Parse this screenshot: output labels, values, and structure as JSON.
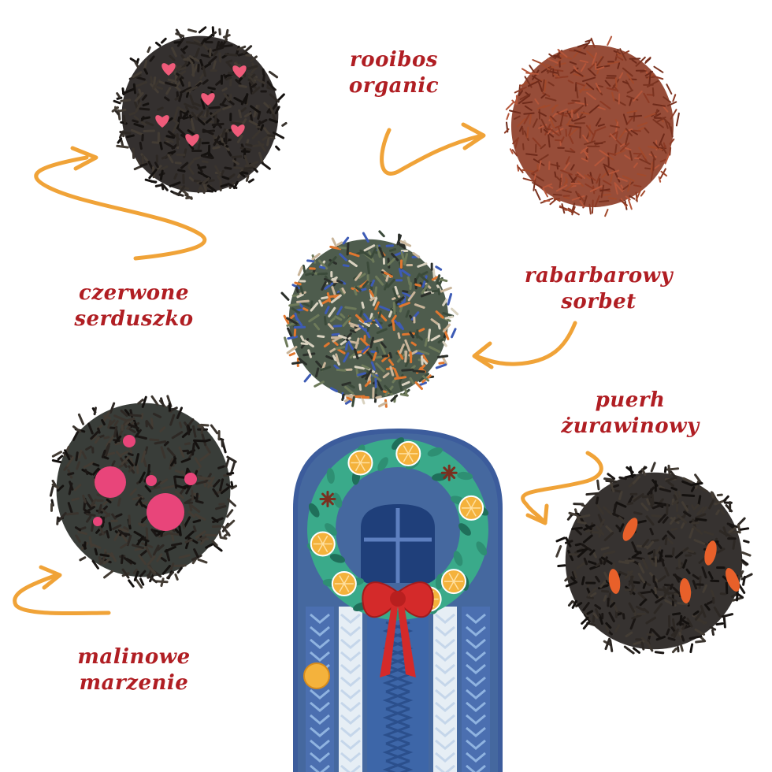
{
  "teas": [
    {
      "id": "czerwone-serduszko",
      "label_lines": [
        "czerwone",
        "serduszko"
      ],
      "leaf_color": "#1e1a18",
      "accent_color": "#ef5b7a"
    },
    {
      "id": "rooibos-organic",
      "label_lines": [
        "rooibos",
        "organic"
      ],
      "leaf_color": "#8c3a24",
      "accent_color": "#b5563a"
    },
    {
      "id": "rabarbarowy-sorbet",
      "label_lines": [
        "rabarbarowy",
        "sorbet"
      ],
      "leaf_color": "#3b4a3a",
      "accent_color": "#e0772f"
    },
    {
      "id": "malinowe-marzenie",
      "label_lines": [
        "malinowe",
        "marzenie"
      ],
      "leaf_color": "#232823",
      "accent_color": "#e8457a"
    },
    {
      "id": "puerh-zurawinowy",
      "label_lines": [
        "puerh",
        "żurawinowy"
      ],
      "leaf_color": "#201c1a",
      "accent_color": "#e8602a"
    }
  ],
  "colors": {
    "label": "#b01e23",
    "arrow": "#f0a338",
    "door": "#3f5f9f",
    "wreath": "#3aaa8a",
    "bow": "#d42a2a",
    "orange": "#f4b23c"
  },
  "illustration": {
    "name": "christmas-door-with-wreath",
    "icons": [
      "orange-slice-icon",
      "star-anise-icon",
      "bow-icon",
      "cross-window-icon"
    ]
  }
}
